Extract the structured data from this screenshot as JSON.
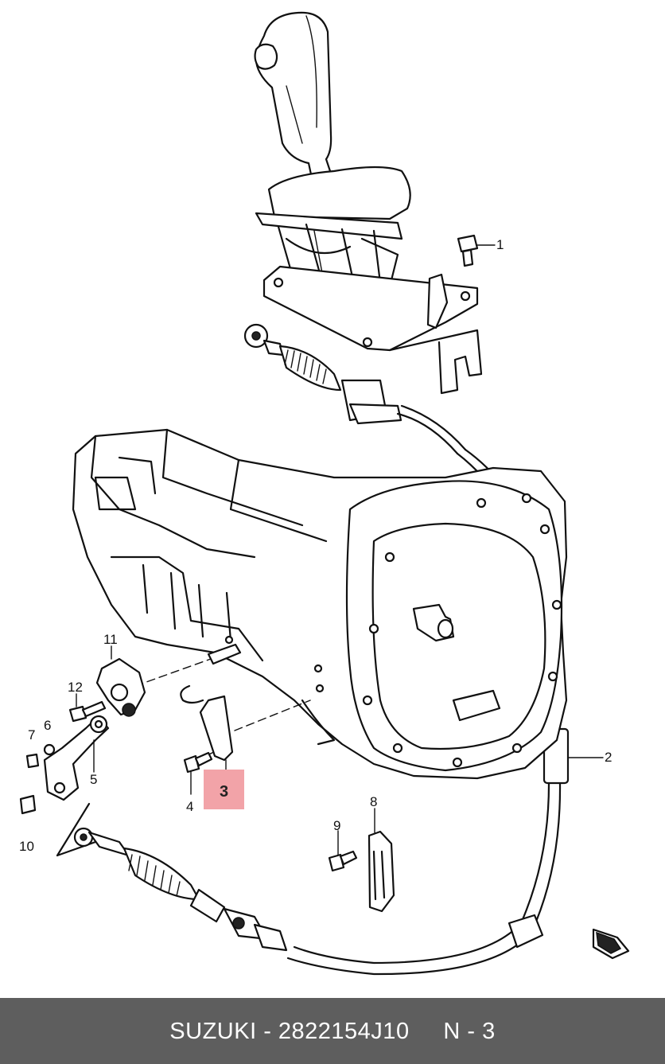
{
  "callouts": {
    "c1": "1",
    "c2": "2",
    "c3": "3",
    "c4": "4",
    "c5": "5",
    "c6": "6",
    "c7": "7",
    "c8": "8",
    "c9": "9",
    "c10": "10",
    "c11": "11",
    "c12": "12"
  },
  "highlight": {
    "label": "3",
    "color": "#f2a3a8"
  },
  "footer": {
    "text": "SUZUKI - 2822154J10     N - 3",
    "background": "#5e5e5e",
    "color": "#ffffff"
  }
}
